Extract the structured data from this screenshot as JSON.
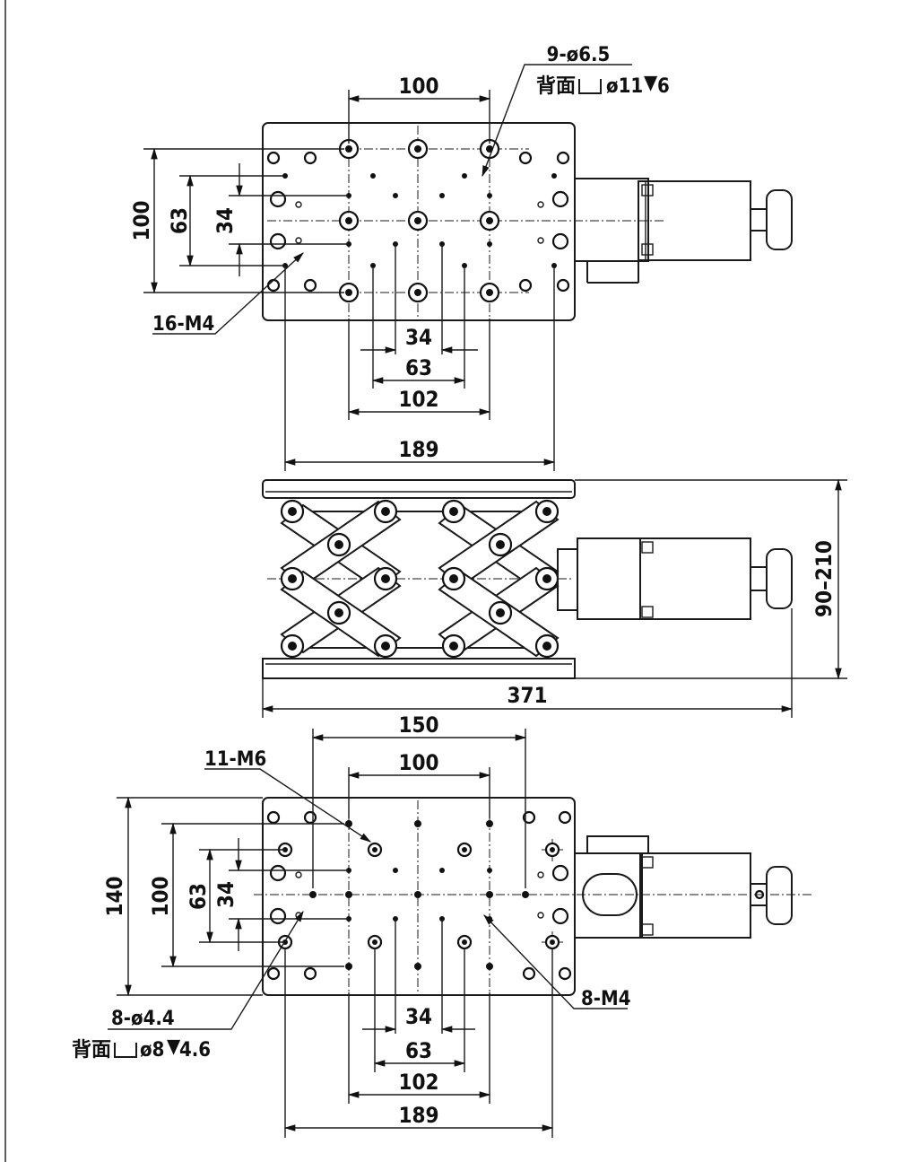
{
  "top_view": {
    "hole_note": {
      "line1": "9-ø6.5",
      "line2_prefix": "背面",
      "line2_rest": "ø11",
      "line2_depth": "6"
    },
    "thread_note": "16-M4",
    "dims": {
      "top_width": "100",
      "height_outer": "100",
      "height_mid": "63",
      "height_inner": "34",
      "bottom_34": "34",
      "bottom_63": "63",
      "bottom_102": "102",
      "overall": "189"
    }
  },
  "side_view": {
    "height_range": "90–210",
    "overall_length": "371"
  },
  "bottom_view": {
    "thread_note_m6": "11-M6",
    "thread_note_m4": "8-M4",
    "hole_note": {
      "line1": "8-ø4.4",
      "line2_prefix": "背面",
      "line2_rest": "ø8",
      "line2_depth": "4.6"
    },
    "dims": {
      "top_150": "150",
      "top_100": "100",
      "height_140": "140",
      "height_100": "100",
      "height_63": "63",
      "height_34": "34",
      "bottom_34": "34",
      "bottom_63": "63",
      "bottom_102": "102",
      "overall": "189"
    }
  }
}
